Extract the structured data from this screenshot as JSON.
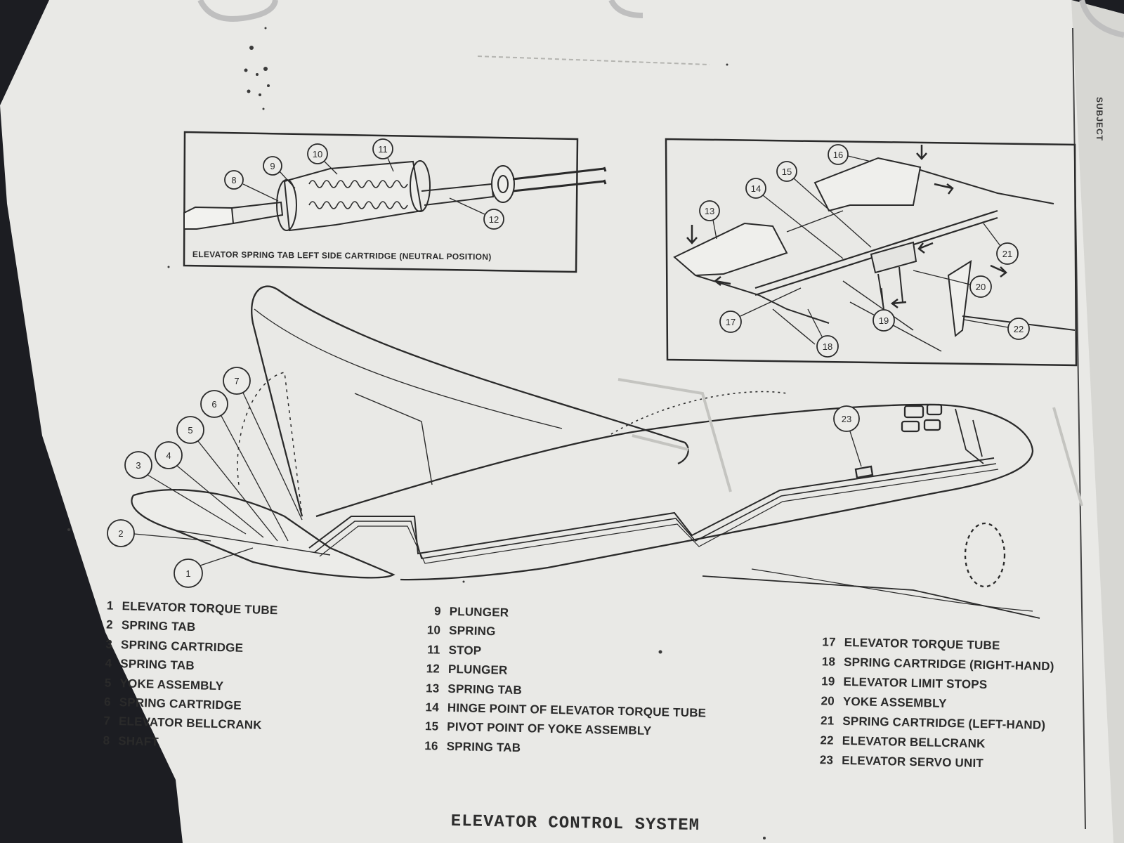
{
  "page_title": "ELEVATOR CONTROL SYSTEM",
  "inset_caption": "ELEVATOR SPRING TAB LEFT SIDE CARTRIDGE (NEUTRAL POSITION)",
  "side_label": "SUBJECT",
  "colors": {
    "paper": "#e9e9e6",
    "ink": "#2a2a2a",
    "background": "#1c1d22"
  },
  "callouts": {
    "inset_left": [
      "8",
      "9",
      "10",
      "11",
      "12"
    ],
    "inset_right": [
      "13",
      "14",
      "15",
      "16",
      "17",
      "18",
      "19",
      "20",
      "21",
      "22"
    ],
    "main": [
      "1",
      "2",
      "3",
      "4",
      "5",
      "6",
      "7",
      "23"
    ]
  },
  "legend_left": [
    {
      "num": "1",
      "label": "ELEVATOR TORQUE TUBE"
    },
    {
      "num": "2",
      "label": "SPRING TAB"
    },
    {
      "num": "3",
      "label": "SPRING CARTRIDGE"
    },
    {
      "num": "4",
      "label": "SPRING TAB"
    },
    {
      "num": "5",
      "label": "YOKE ASSEMBLY"
    },
    {
      "num": "6",
      "label": "SPRING CARTRIDGE"
    },
    {
      "num": "7",
      "label": "ELEVATOR BELLCRANK"
    },
    {
      "num": "8",
      "label": "SHAFT"
    }
  ],
  "legend_mid": [
    {
      "num": "9",
      "label": "PLUNGER"
    },
    {
      "num": "10",
      "label": "SPRING"
    },
    {
      "num": "11",
      "label": "STOP"
    },
    {
      "num": "12",
      "label": "PLUNGER"
    },
    {
      "num": "13",
      "label": "SPRING TAB"
    },
    {
      "num": "14",
      "label": "HINGE POINT OF ELEVATOR TORQUE TUBE"
    },
    {
      "num": "15",
      "label": "PIVOT POINT OF YOKE ASSEMBLY"
    },
    {
      "num": "16",
      "label": "SPRING TAB"
    }
  ],
  "legend_right": [
    {
      "num": "17",
      "label": "ELEVATOR TORQUE TUBE"
    },
    {
      "num": "18",
      "label": "SPRING CARTRIDGE (RIGHT-HAND)"
    },
    {
      "num": "19",
      "label": "ELEVATOR LIMIT STOPS"
    },
    {
      "num": "20",
      "label": "YOKE ASSEMBLY"
    },
    {
      "num": "21",
      "label": "SPRING CARTRIDGE (LEFT-HAND)"
    },
    {
      "num": "22",
      "label": "ELEVATOR BELLCRANK"
    },
    {
      "num": "23",
      "label": "ELEVATOR SERVO UNIT"
    }
  ]
}
